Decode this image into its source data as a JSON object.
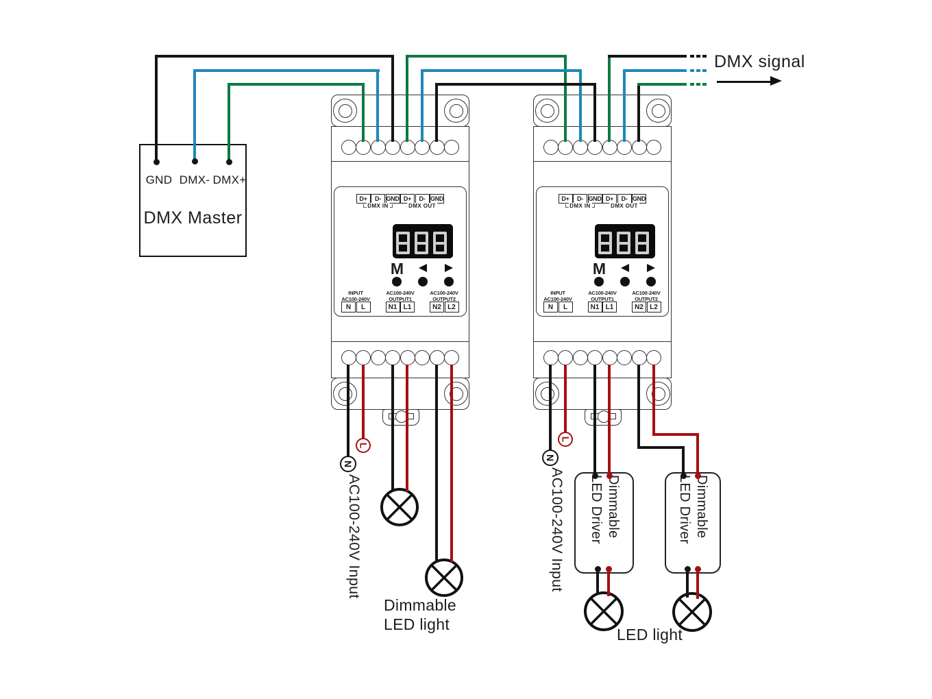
{
  "dmx_signal": {
    "label": "DMX signal"
  },
  "master": {
    "title": "DMX Master",
    "terminals": [
      "GND",
      "DMX-",
      "DMX+"
    ]
  },
  "module": {
    "dmx_terminal_boxes": [
      "D+",
      "D-",
      "GND",
      "D+",
      "D-",
      "GND"
    ],
    "dmx_in_group_label": "DMX IN",
    "dmx_out_group_label": "DMX OUT",
    "display_value": "888",
    "mode_button_label": "M",
    "input_label_line1": "INPUT",
    "input_label_line2": "AC100-240V",
    "output1_label_line1": "AC100-240V",
    "output1_label_line2": "OUTPUT1",
    "output2_label_line1": "AC100-240V",
    "output2_label_line2": "OUTPUT2",
    "power_terminal_boxes": [
      "N",
      "L",
      "N1",
      "L1",
      "N2",
      "L2"
    ]
  },
  "annotations": {
    "ac_input_left": "AC100-240V Input",
    "ac_input_right": "AC100-240V Input",
    "dimmable_led_light_line1": "Dimmable",
    "dimmable_led_light_line2": "LED light",
    "led_light": "LED light",
    "wire_n_label": "N",
    "wire_l_label": "L",
    "driver_line1": "Dimmable",
    "driver_line2": "LED Driver"
  },
  "colors": {
    "dmx_dplus_green": "#0d7a42",
    "dmx_dminus_blue": "#1e87b9",
    "ac_live_red": "#a50f14",
    "gnd_black": "#141414"
  }
}
